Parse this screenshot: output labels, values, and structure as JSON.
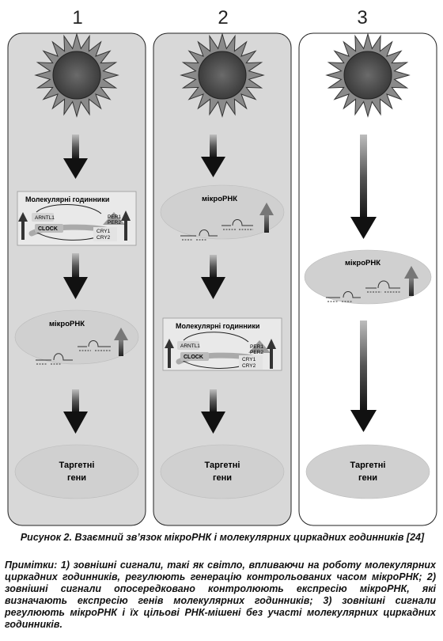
{
  "figure": {
    "panels": [
      {
        "number": "1",
        "clock_title": "Молекулярні годинники",
        "mirna_label": "мікроРНК",
        "target_label_line1": "Таргетні",
        "target_label_line2": "гени"
      },
      {
        "number": "2",
        "clock_title": "Молекулярні годинники",
        "mirna_label": "мікроРНК",
        "target_label_line1": "Таргетні",
        "target_label_line2": "гени"
      },
      {
        "number": "3",
        "mirna_label": "мікроРНК",
        "target_label_line1": "Таргетні",
        "target_label_line2": "гени"
      }
    ],
    "clock_genes": {
      "arntl": "ARNTL1",
      "clock": "CLOCK",
      "per1": "PER1",
      "per2": "PER2",
      "cry1": "CRY1",
      "cry2": "CRY2"
    }
  },
  "caption": {
    "title": "Рисунок 2. Взаємний зв’язок мікроРНК і молекулярних циркадних годинників [24]",
    "notes": "Примітки: 1) зовнішні сигнали, такі як світло, впливаючи на роботу молекулярних циркадних годинників, регулюють генерацію контрольованих часом мікроРНК; 2) зовнішні сигнали опосередковано контролюють експресію мікроРНК, які визначають експресію генів молекулярних годинників; 3) зовнішні сигнали регулюють мікроРНК і їх цільові РНК-мішені без участі молекулярних циркадних годинників."
  }
}
